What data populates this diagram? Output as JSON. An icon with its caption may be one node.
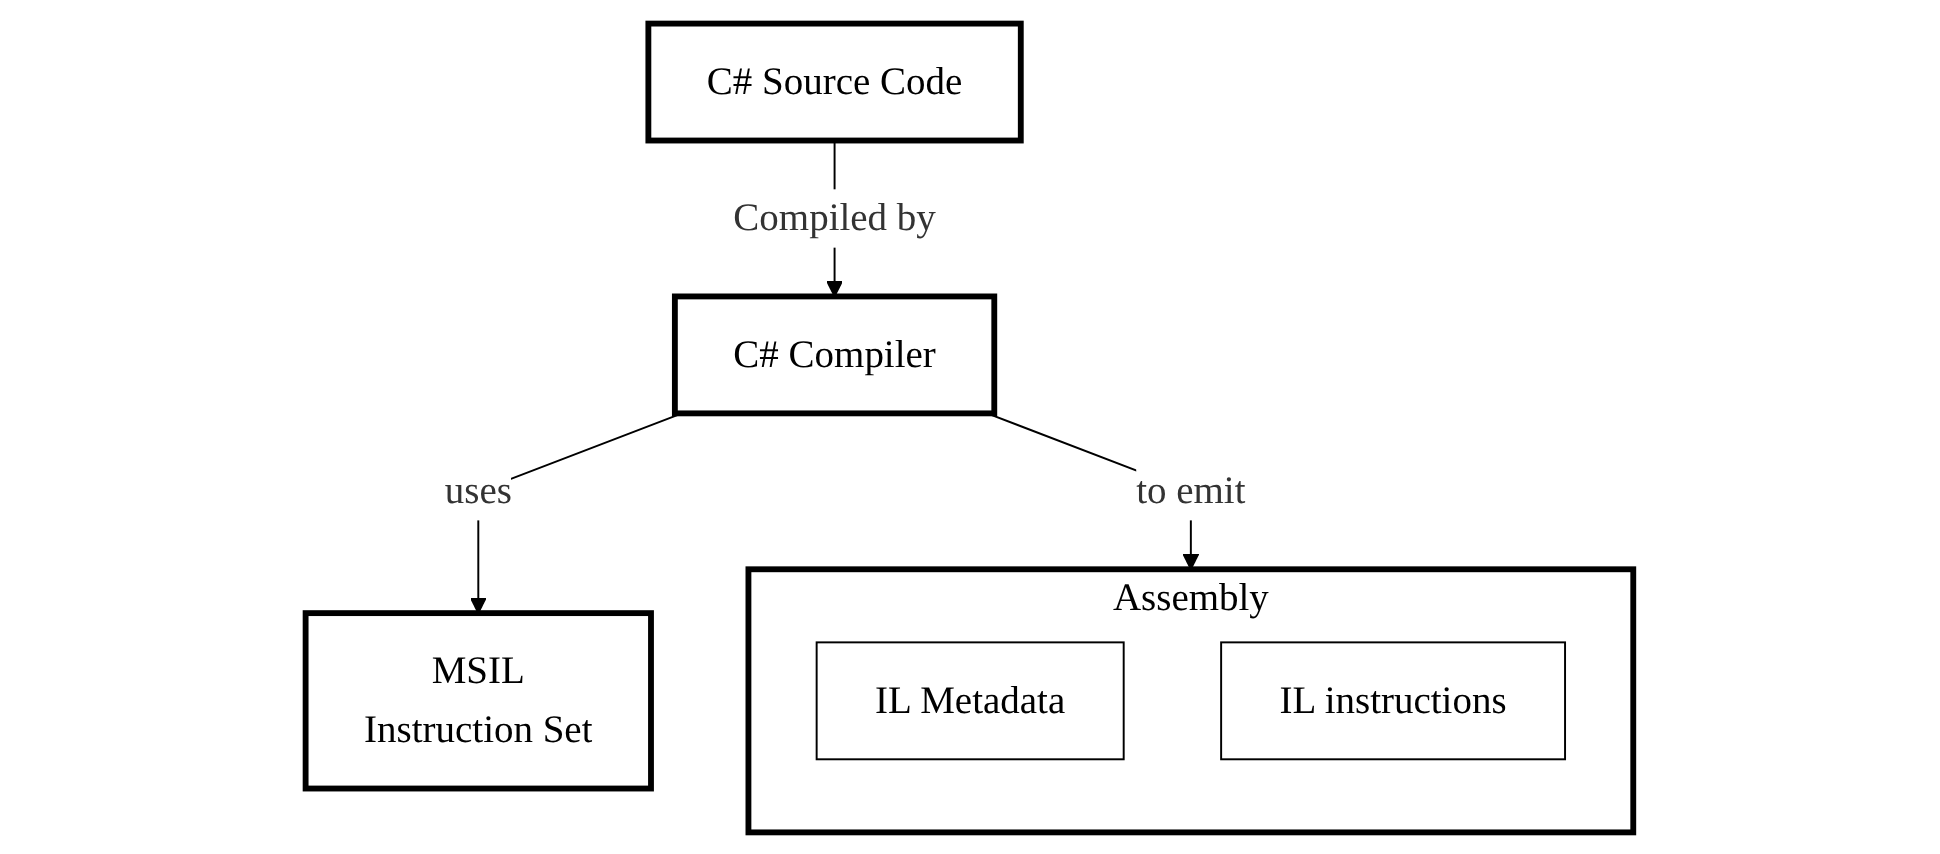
{
  "diagram": {
    "nodes": [
      {
        "text": [
          "C# Source Code"
        ]
      },
      {
        "text": [
          "C# Compiler"
        ]
      },
      {
        "text": [
          "MSIL",
          "Instruction Set"
        ]
      },
      {
        "text": [
          "Assembly"
        ]
      },
      {
        "text": [
          "IL Metadata"
        ],
        "in": 3
      },
      {
        "text": [
          "IL instructions"
        ],
        "in": 3
      }
    ],
    "edges": [
      {
        "from": 0,
        "to": 1,
        "arrow": "to",
        "label": "Compiled by"
      },
      {
        "from": 1,
        "to": 2,
        "arrow": "to",
        "label": "uses"
      },
      {
        "from": 1,
        "to": 3,
        "arrow": "to",
        "label": "to emit"
      }
    ]
  }
}
